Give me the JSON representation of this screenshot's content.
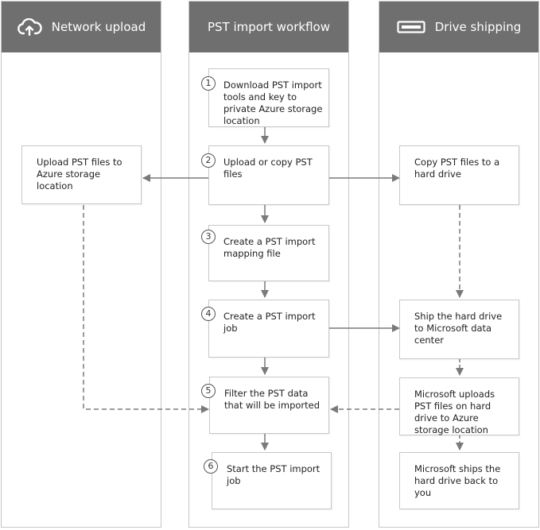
{
  "lanes": {
    "network": {
      "title": "Network upload",
      "icon": "cloud-upload-icon"
    },
    "workflow": {
      "title": "PST import workflow"
    },
    "drive": {
      "title": "Drive shipping",
      "icon": "hard-drive-icon"
    }
  },
  "steps": [
    {
      "number": "1",
      "text": "Download PST import tools and key to private Azure storage location"
    },
    {
      "number": "2",
      "text": "Upload or copy PST files"
    },
    {
      "number": "3",
      "text": "Create a PST import mapping file"
    },
    {
      "number": "4",
      "text": "Create a PST import job"
    },
    {
      "number": "5",
      "text": "Filter the PST data that will be imported"
    },
    {
      "number": "6",
      "text": "Start the PST import job"
    }
  ],
  "network_boxes": [
    {
      "text": "Upload PST files to Azure storage location"
    }
  ],
  "drive_boxes": [
    {
      "text": "Copy PST files to a hard drive"
    },
    {
      "text": "Ship the hard drive to Microsoft data center"
    },
    {
      "text": "Microsoft uploads PST files on hard drive to Azure storage location"
    },
    {
      "text": "Microsoft ships the hard drive back to you"
    }
  ],
  "colors": {
    "header": "#6f6f6f",
    "arrow": "#7a7a7a",
    "border": "#c6c6c6"
  }
}
